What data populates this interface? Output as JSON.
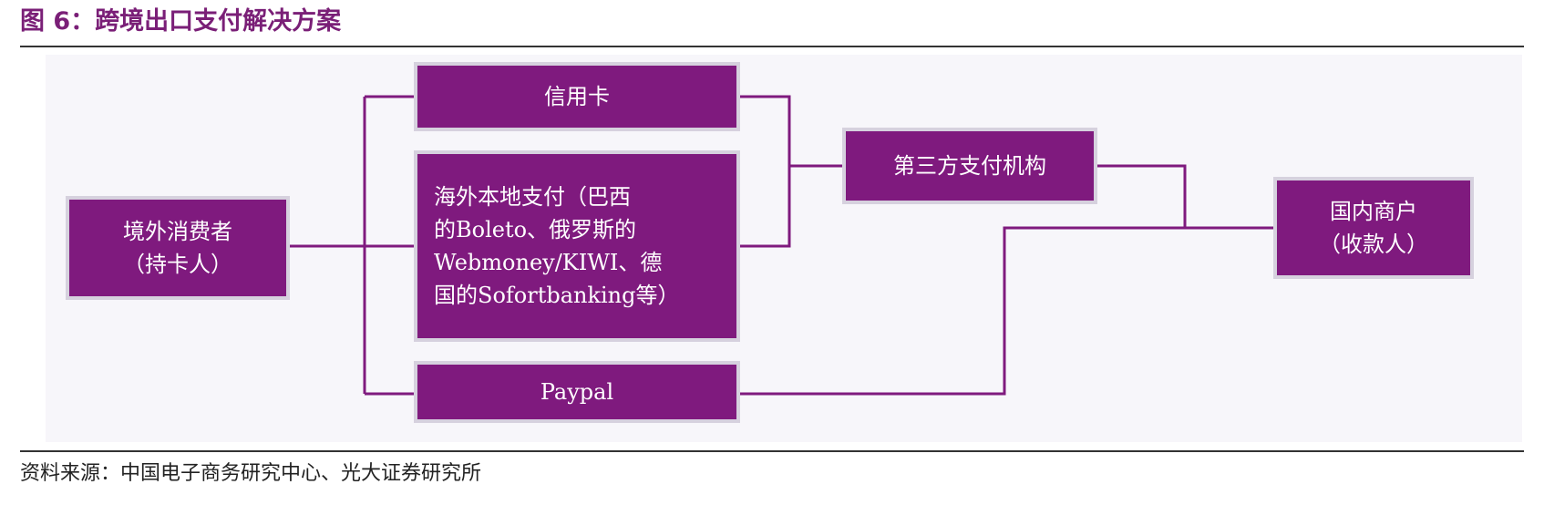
{
  "title": "图 6：跨境出口支付解决方案",
  "source": "资料来源：中国电子商务研究中心、光大证券研究所",
  "colors": {
    "box_fill": "#7f1a7e",
    "box_border": "#d6d1de",
    "line": "#7f1a7e",
    "title": "#7a1f77"
  },
  "nodes": {
    "consumer": {
      "lines": [
        "境外消费者",
        "（持卡人）"
      ]
    },
    "credit_card": {
      "lines": [
        "信用卡"
      ]
    },
    "local_payment": {
      "lines": [
        "海外本地支付（巴西",
        "的Boleto、俄罗斯的",
        "Webmoney/KIWI、德",
        "国的Sofortbanking等）"
      ]
    },
    "paypal": {
      "lines": [
        "Paypal"
      ]
    },
    "third_party": {
      "lines": [
        "第三方支付机构"
      ]
    },
    "merchant": {
      "lines": [
        "国内商户",
        "（收款人）"
      ]
    }
  }
}
